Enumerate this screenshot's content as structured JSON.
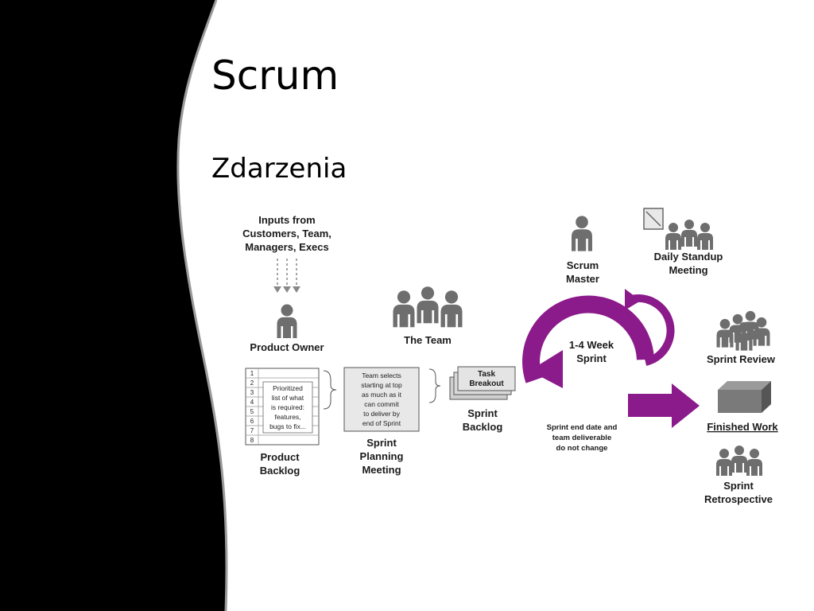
{
  "slide": {
    "title": "Scrum",
    "subtitle": "Zdarzenia"
  },
  "diagram": {
    "inputs": [
      "Inputs from",
      "Customers, Team,",
      "Managers, Execs"
    ],
    "product_owner": "Product Owner",
    "backlog_numbers": [
      "1",
      "2",
      "3",
      "4",
      "5",
      "6",
      "7",
      "8"
    ],
    "backlog_note": [
      "Prioritized",
      "list of what",
      "is required:",
      "features,",
      "bugs to fix..."
    ],
    "product_backlog": [
      "Product",
      "Backlog"
    ],
    "the_team": "The Team",
    "team_selects": [
      "Team selects",
      "starting at top",
      "as much as it",
      "can commit",
      "to deliver by",
      "end of Sprint"
    ],
    "sprint_planning": [
      "Sprint",
      "Planning",
      "Meeting"
    ],
    "task_breakout": [
      "Task",
      "Breakout"
    ],
    "sprint_backlog": [
      "Sprint",
      "Backlog"
    ],
    "scrum_master": [
      "Scrum",
      "Master"
    ],
    "daily_standup": [
      "Daily Standup",
      "Meeting"
    ],
    "sprint_cycle": [
      "1-4 Week",
      "Sprint"
    ],
    "sprint_end": [
      "Sprint end date and",
      "team deliverable",
      "do not change"
    ],
    "sprint_review": "Sprint Review",
    "finished_work": "Finished Work",
    "sprint_retrospective": [
      "Sprint",
      "Retrospective"
    ],
    "accent_color": "#8b1a8b"
  }
}
